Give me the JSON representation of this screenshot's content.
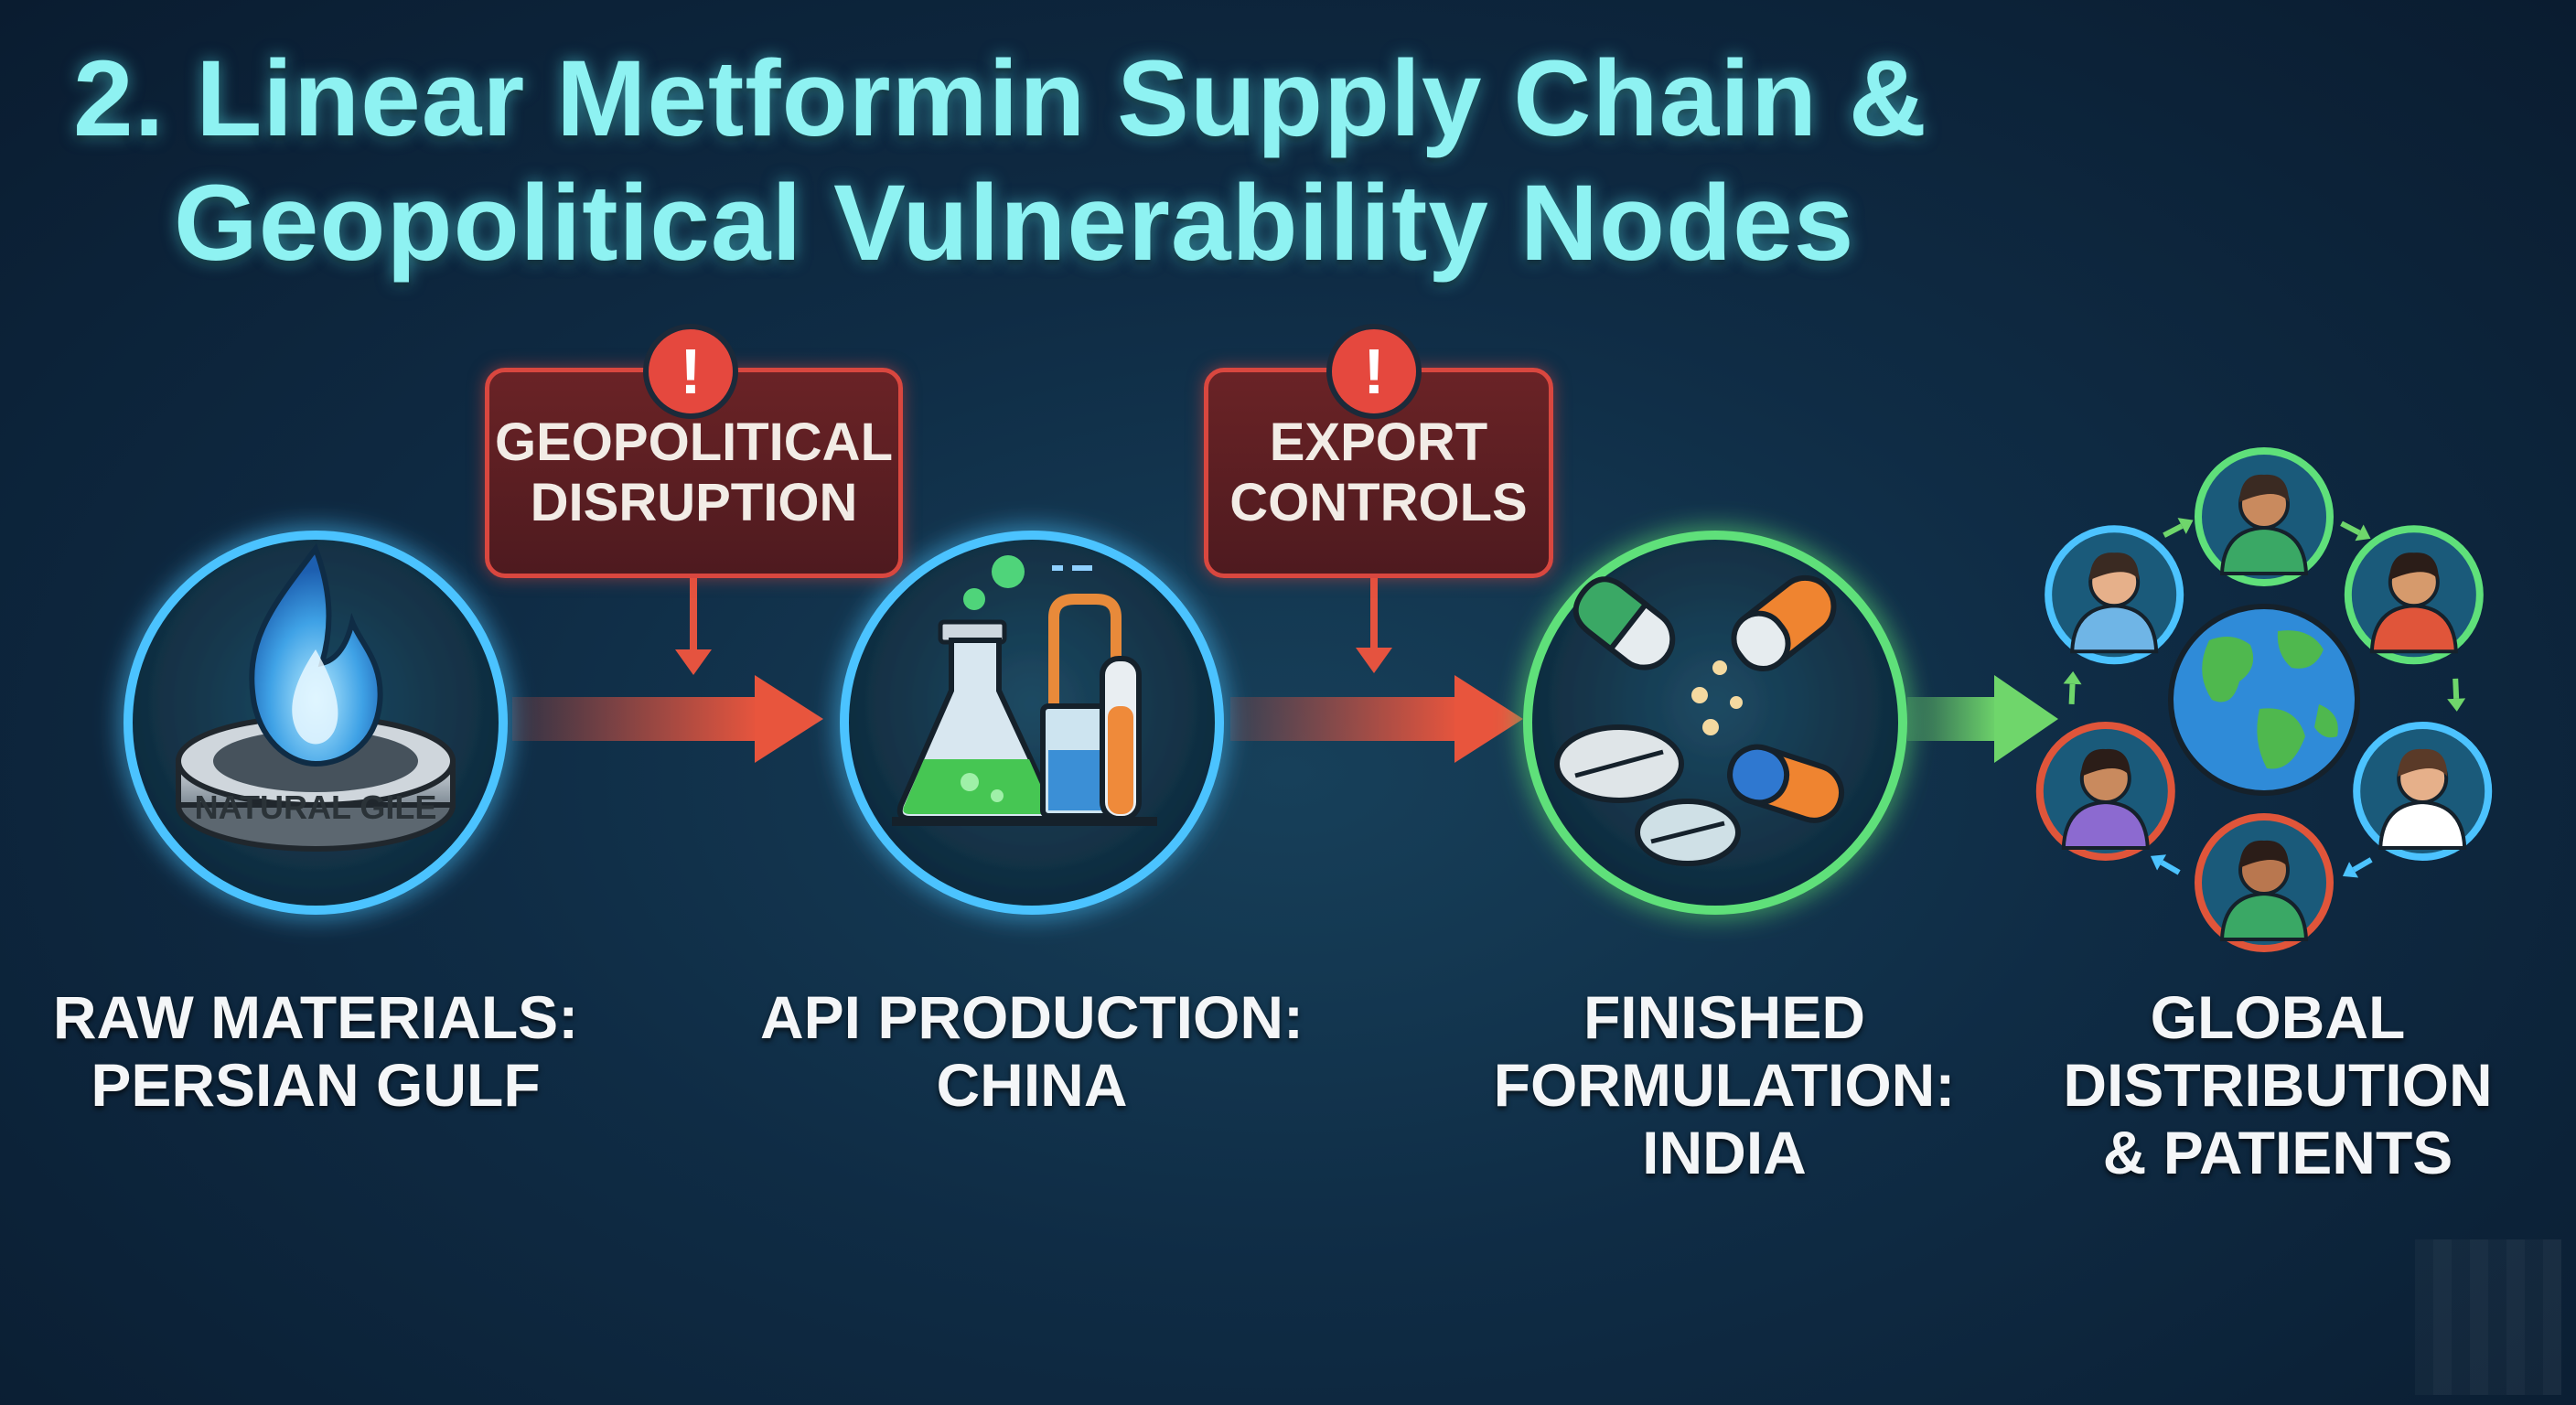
{
  "title": {
    "line1": "2. Linear Metformin Supply Chain &",
    "line2": "Geopolitical Vulnerability Nodes"
  },
  "alerts": [
    {
      "id": "geopolitical",
      "icon": "exclamation-icon",
      "badge": "!",
      "lines": [
        "GEOPOLITICAL",
        "DISRUPTION"
      ],
      "color": "#d9473f"
    },
    {
      "id": "export",
      "icon": "exclamation-icon",
      "badge": "!",
      "lines": [
        "EXPORT",
        "CONTROLS"
      ],
      "color": "#d9473f"
    }
  ],
  "stages": [
    {
      "id": "raw-materials",
      "icon": "gas-flame-icon",
      "icon_text": "NATURAL GILE",
      "ring_color": "#4cc3ff",
      "label_lines": [
        "RAW MATERIALS:",
        "PERSIAN GULF"
      ]
    },
    {
      "id": "api-production",
      "icon": "lab-flask-icon",
      "ring_color": "#4cc3ff",
      "label_lines": [
        "API PRODUCTION:",
        "CHINA"
      ]
    },
    {
      "id": "finished-formulation",
      "icon": "pills-icon",
      "ring_color": "#5fe07a",
      "label_lines": [
        "FINISHED",
        "FORMULATION:",
        "INDIA"
      ]
    },
    {
      "id": "global-distribution",
      "icon": "globe-patients-icon",
      "label_lines": [
        "GLOBAL",
        "DISTRIBUTION",
        "& PATIENTS"
      ]
    }
  ],
  "colors": {
    "title": "#8ef2f2",
    "risk_arrow": "#e5533f",
    "safe_arrow": "#6fd66b",
    "blue_glow": "#4cc3ff",
    "green_glow": "#5fe07a"
  }
}
